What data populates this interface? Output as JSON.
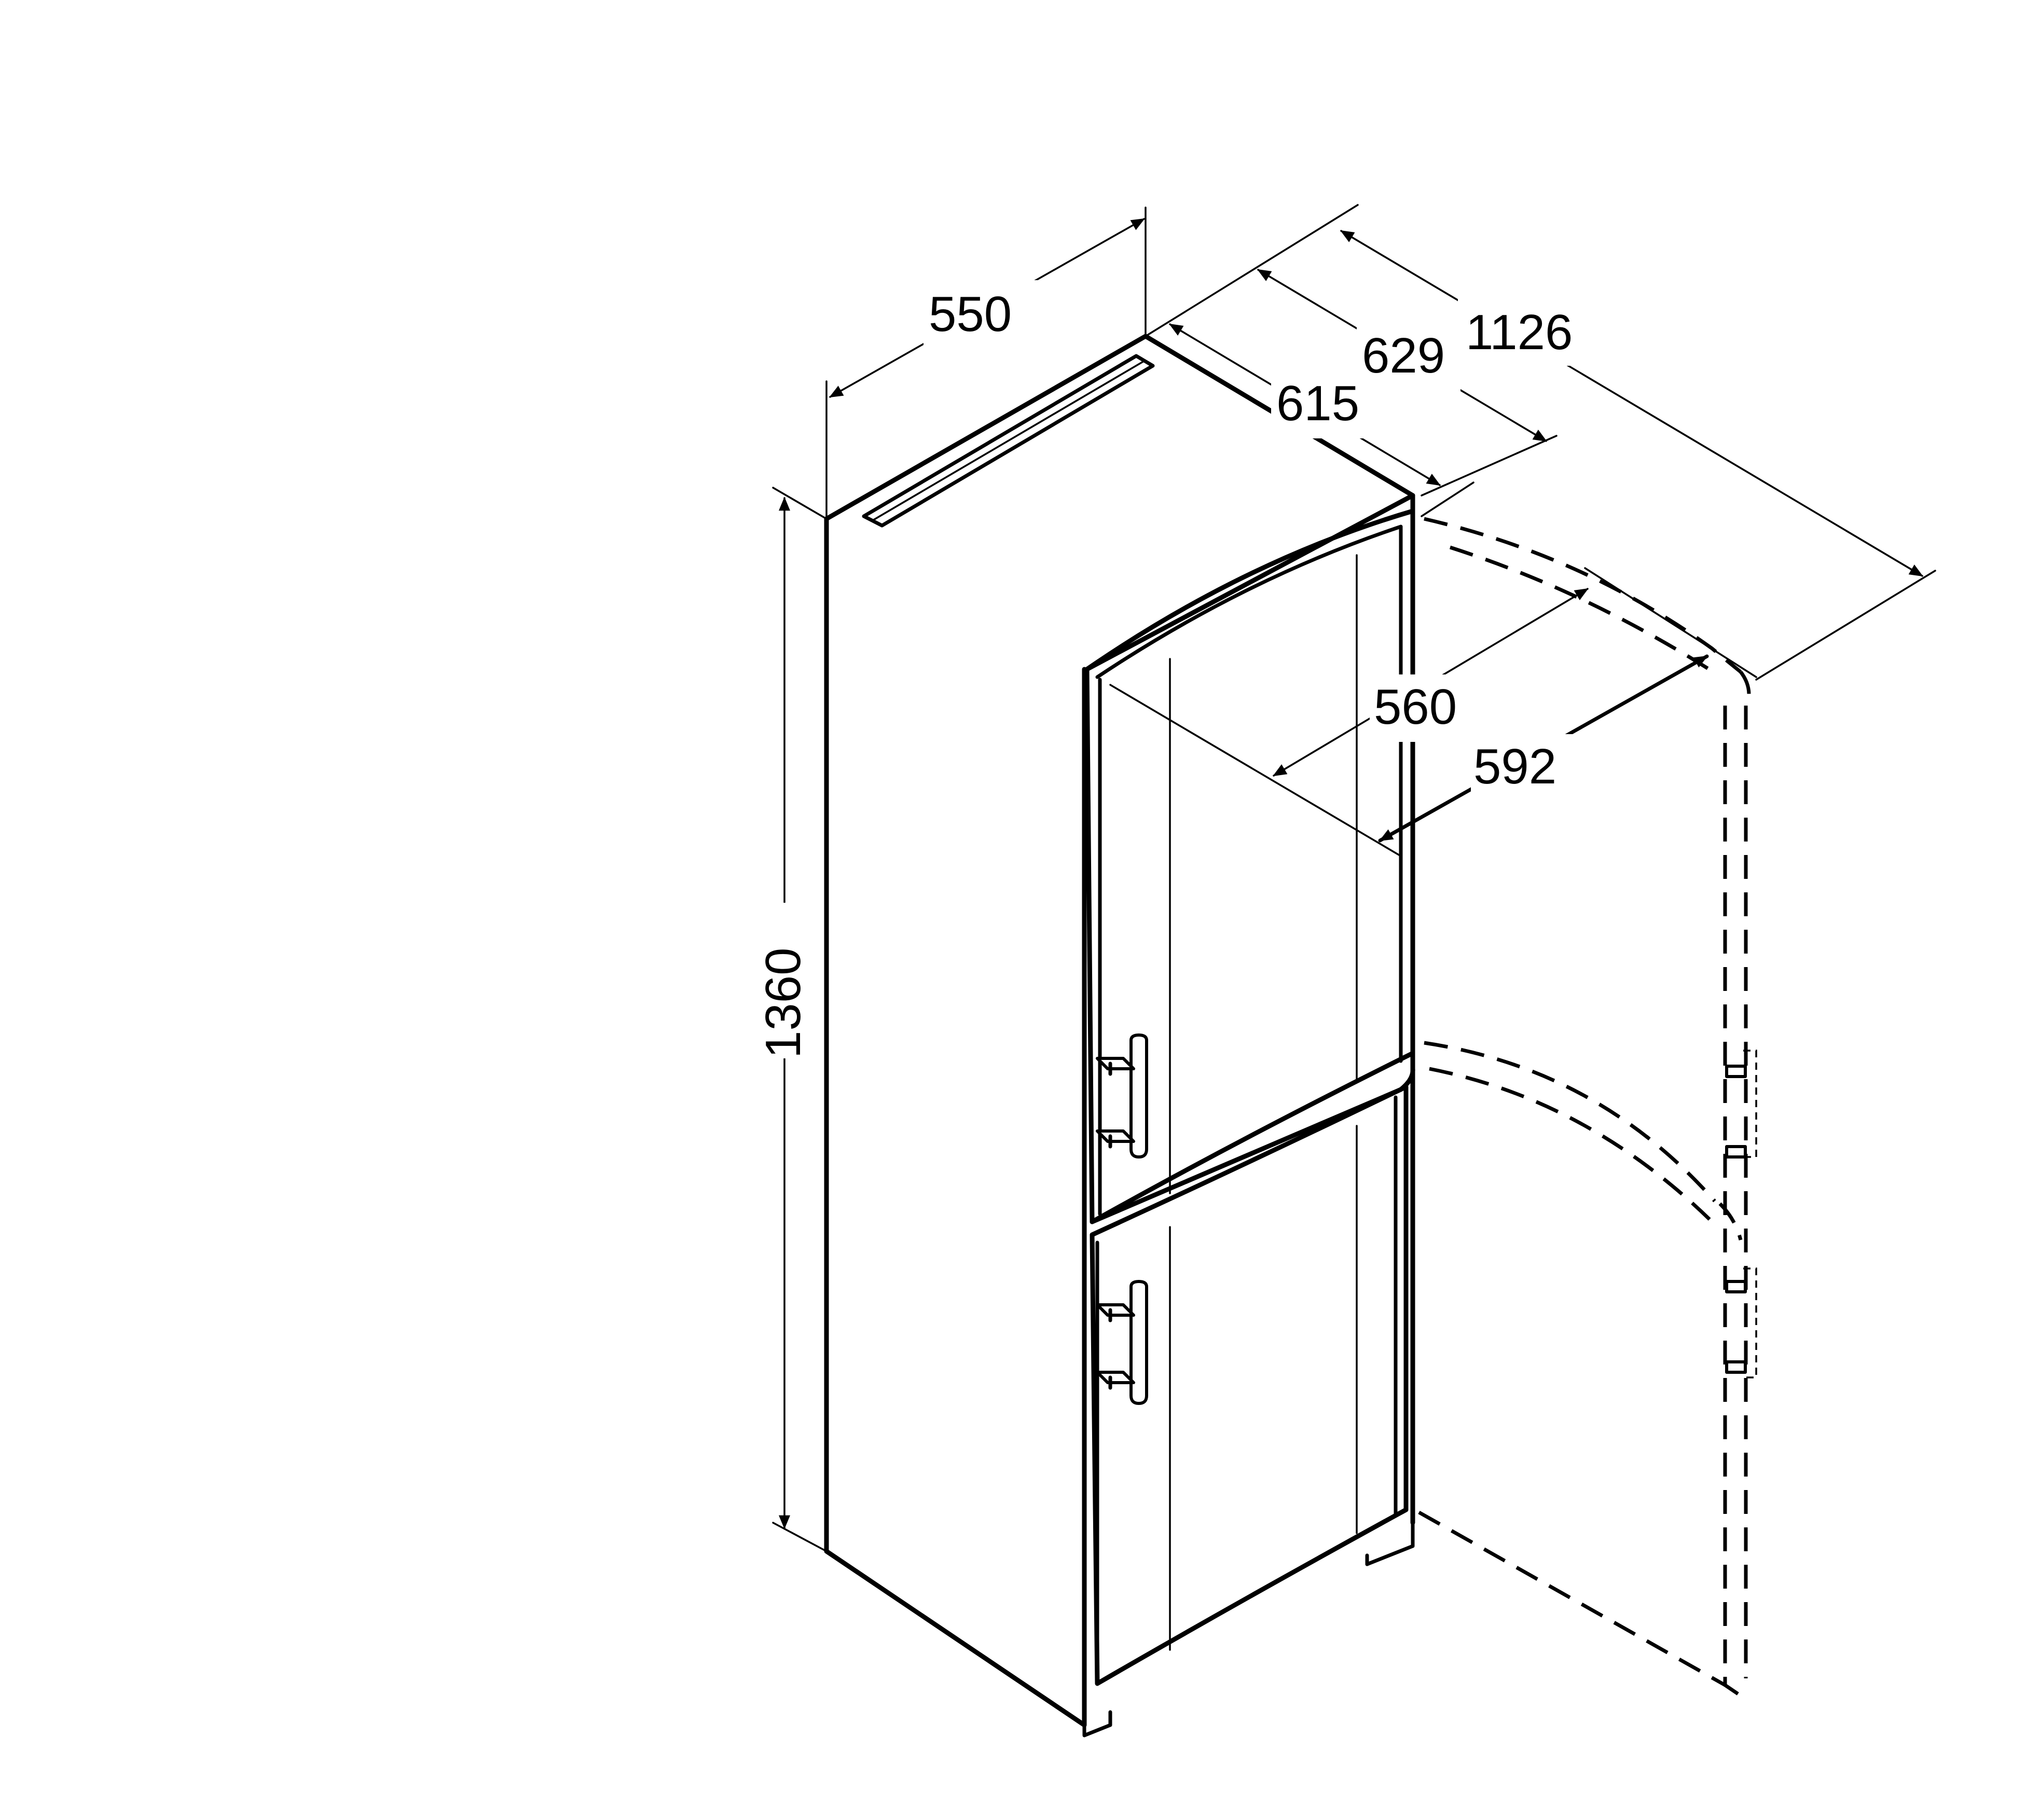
{
  "dimensions": {
    "width": "550",
    "depth_outer": "1126",
    "depth_open": "629",
    "depth": "615",
    "door_inner": "560",
    "door_outer": "592",
    "height": "1360"
  },
  "colors": {
    "line": "#000000",
    "background": "#ffffff"
  }
}
